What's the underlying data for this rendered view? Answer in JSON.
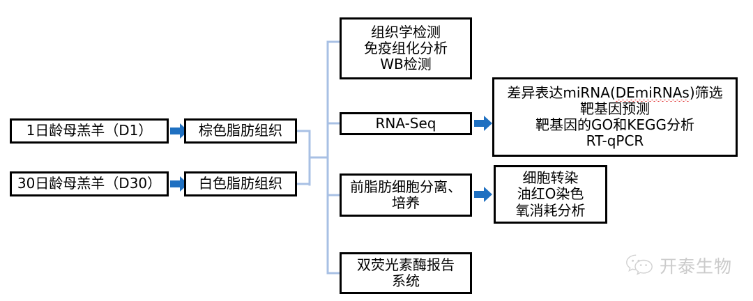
{
  "figure": {
    "type": "experimental-workflow-flowchart",
    "background_color": "#ffffff",
    "box_border_color": "#000000",
    "block_arrow_color": "#1f70c1",
    "connector_line_color": "#a8c0e4",
    "text_color": "#000000",
    "spellcheck_underline_color": "#e03030"
  },
  "nodes": {
    "animal_groups": [
      {
        "id": "d1",
        "label": "1日龄母羔羊（D1）"
      },
      {
        "id": "d30",
        "label": "30日龄母羔羊（D30）"
      }
    ],
    "tissues": [
      {
        "id": "bat",
        "label": "棕色脂肪组织"
      },
      {
        "id": "wat",
        "label": "白色脂肪组织"
      }
    ],
    "assays": [
      {
        "id": "histology",
        "lines": [
          "组织学检测",
          "免疫组化分析",
          "WB检测"
        ]
      },
      {
        "id": "rnaseq",
        "lines": [
          "RNA-Seq"
        ]
      },
      {
        "id": "preadipocyte",
        "lines": [
          "前脂肪细胞分离、",
          "培养"
        ]
      },
      {
        "id": "luciferase",
        "lines": [
          "双荧光素酶报告",
          "系统"
        ]
      }
    ],
    "outputs": [
      {
        "id": "mirna-analysis",
        "lines": [
          {
            "prefix": "差异表达miRNA(",
            "flagged": "DEmiRNAs",
            "suffix": ")筛选"
          },
          {
            "prefix": "靶基因预测",
            "flagged": "",
            "suffix": ""
          },
          {
            "prefix": "靶基因的GO和KEGG分析",
            "flagged": "",
            "suffix": ""
          },
          {
            "prefix": "RT-qPCR",
            "flagged": "",
            "suffix": ""
          }
        ]
      },
      {
        "id": "cell-assays",
        "lines": [
          "细胞转染",
          "油红O染色",
          "氧消耗分析"
        ]
      }
    ]
  },
  "arrows": [
    {
      "id": "arrow-d1-to-bat",
      "from": "d1",
      "to": "bat",
      "style": "block",
      "direction": "right"
    },
    {
      "id": "arrow-d30-to-wat",
      "from": "d30",
      "to": "wat",
      "style": "block",
      "direction": "right"
    },
    {
      "id": "arrow-rnaseq-to-mirna",
      "from": "rnaseq",
      "to": "mirna-analysis",
      "style": "block",
      "direction": "right"
    },
    {
      "id": "arrow-preadipo-to-cell",
      "from": "preadipocyte",
      "to": "cell-assays",
      "style": "block",
      "direction": "right"
    }
  ],
  "connectors": {
    "description": "Light blue elbow bus joining both tissue boxes to all four assay boxes",
    "color": "#a8c0e4"
  },
  "watermark": {
    "icon": "wechat-icon",
    "text": "开泰生物"
  }
}
